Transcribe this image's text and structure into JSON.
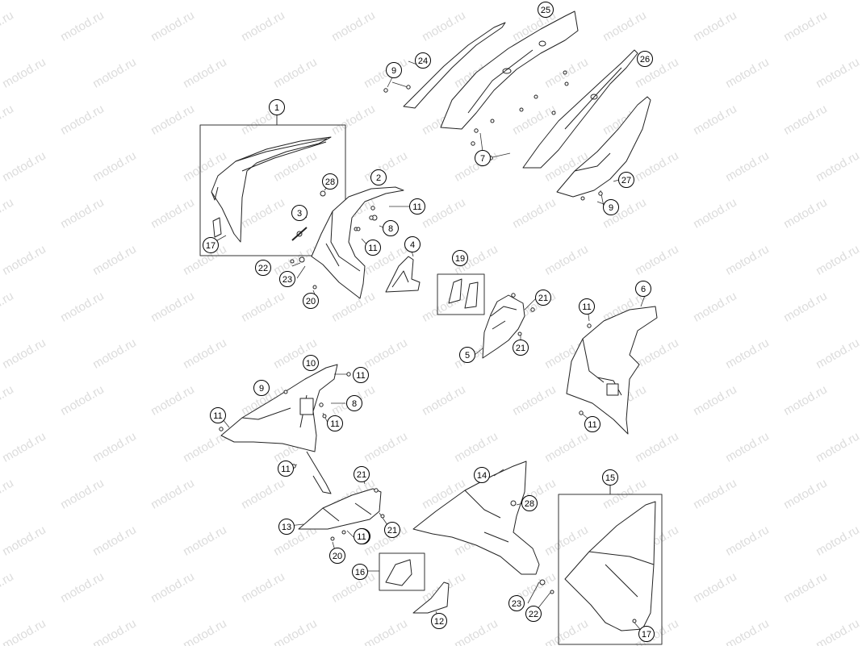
{
  "watermark": {
    "text": "motod.ru"
  },
  "callouts": [
    {
      "id": "c-1",
      "label": "1"
    },
    {
      "id": "c-2",
      "label": "2"
    },
    {
      "id": "c-3",
      "label": "3"
    },
    {
      "id": "c-4",
      "label": "4"
    },
    {
      "id": "c-5",
      "label": "5"
    },
    {
      "id": "c-6",
      "label": "6"
    },
    {
      "id": "c-7",
      "label": "7"
    },
    {
      "id": "c-8a",
      "label": "8"
    },
    {
      "id": "c-8b",
      "label": "8"
    },
    {
      "id": "c-9a",
      "label": "9"
    },
    {
      "id": "c-9b",
      "label": "9"
    },
    {
      "id": "c-9c",
      "label": "9"
    },
    {
      "id": "c-10",
      "label": "10"
    },
    {
      "id": "c-11a",
      "label": "11"
    },
    {
      "id": "c-11b",
      "label": "11"
    },
    {
      "id": "c-11c",
      "label": "11"
    },
    {
      "id": "c-11d",
      "label": "11"
    },
    {
      "id": "c-11e",
      "label": "11"
    },
    {
      "id": "c-11f",
      "label": "11"
    },
    {
      "id": "c-11g",
      "label": "11"
    },
    {
      "id": "c-11h",
      "label": "11"
    },
    {
      "id": "c-11i",
      "label": "11"
    },
    {
      "id": "c-11j",
      "label": "11"
    },
    {
      "id": "c-12",
      "label": "12"
    },
    {
      "id": "c-13",
      "label": "13"
    },
    {
      "id": "c-14",
      "label": "14"
    },
    {
      "id": "c-15",
      "label": "15"
    },
    {
      "id": "c-16",
      "label": "16"
    },
    {
      "id": "c-17a",
      "label": "17"
    },
    {
      "id": "c-17b",
      "label": "17"
    },
    {
      "id": "c-19",
      "label": "19"
    },
    {
      "id": "c-20a",
      "label": "20"
    },
    {
      "id": "c-20b",
      "label": "20"
    },
    {
      "id": "c-21a",
      "label": "21"
    },
    {
      "id": "c-21b",
      "label": "21"
    },
    {
      "id": "c-21c",
      "label": "21"
    },
    {
      "id": "c-21d",
      "label": "21"
    },
    {
      "id": "c-22a",
      "label": "22"
    },
    {
      "id": "c-22b",
      "label": "22"
    },
    {
      "id": "c-23a",
      "label": "23"
    },
    {
      "id": "c-23b",
      "label": "23"
    },
    {
      "id": "c-24",
      "label": "24"
    },
    {
      "id": "c-25",
      "label": "25"
    },
    {
      "id": "c-26",
      "label": "26"
    },
    {
      "id": "c-27",
      "label": "27"
    },
    {
      "id": "c-28a",
      "label": "28"
    },
    {
      "id": "c-28b",
      "label": "28"
    }
  ]
}
